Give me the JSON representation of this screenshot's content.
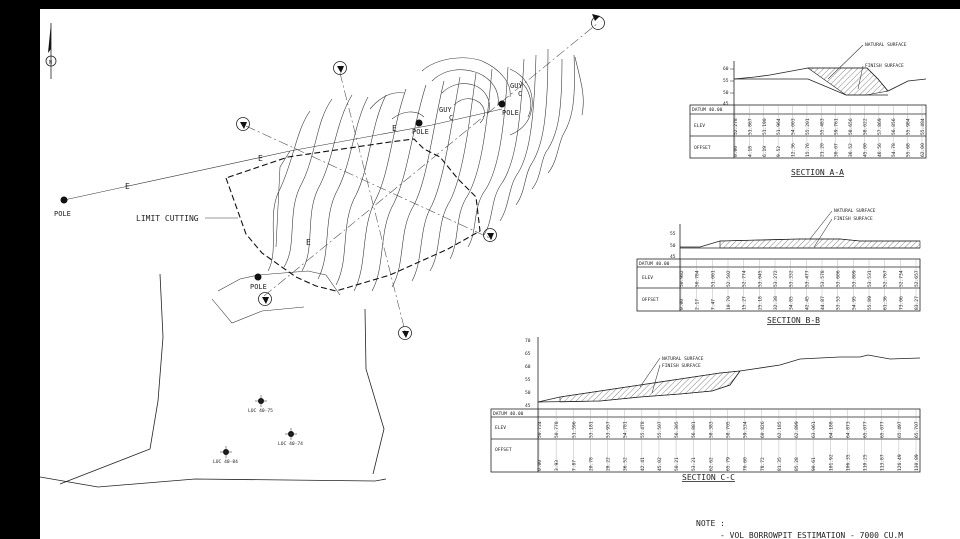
{
  "plan": {
    "north_label": "N",
    "limit_label": "LIMIT CUTTING",
    "pole_labels": [
      "POLE",
      "POLE",
      "POLE",
      "POLE"
    ],
    "guy_labels": [
      "GUY",
      "GUY"
    ],
    "guy_sub": [
      "C",
      "C"
    ],
    "line_marks": [
      "E",
      "E",
      "E",
      "E"
    ],
    "locs": [
      "LOC 40-75",
      "LOC 40-74",
      "LOC 40-84"
    ]
  },
  "sections": [
    {
      "title": "SECTION A-A",
      "datum": "DATUM 40.00",
      "elev_label": "ELEV",
      "offset_label": "OFFSET",
      "natural_label": "NATURAL SURFACE",
      "finish_label": "FINISH SURFACE",
      "yticks": [
        "60",
        "55",
        "50",
        "45"
      ],
      "elev": [
        "52.278",
        "51.867",
        "51.190",
        "51.964",
        "54.003",
        "55.201",
        "55.483",
        "59.761",
        "58.656",
        "58.022",
        "57.869",
        "56.856",
        "55.984",
        "55.484"
      ],
      "offset": [
        "0.00",
        "4.18",
        "6.19",
        "9.52",
        "12.36",
        "15.76",
        "21.20",
        "30.07",
        "36.52",
        "45.00",
        "46.56",
        "54.78",
        "55.68",
        "62.00"
      ]
    },
    {
      "title": "SECTION B-B",
      "datum": "DATUM 40.00",
      "elev_label": "ELEV",
      "offset_label": "OFFSET",
      "natural_label": "NATURAL SURFACE",
      "finish_label": "FINISH SURFACE",
      "yticks": [
        "55",
        "50",
        "45"
      ],
      "elev": [
        "50.982",
        "50.784",
        "51.001",
        "52.502",
        "52.774",
        "53.045",
        "53.272",
        "53.332",
        "53.477",
        "53.578",
        "53.606",
        "53.809",
        "53.531",
        "52.767",
        "52.734",
        "52.657"
      ],
      "offset": [
        "0.00",
        "2.17",
        "7.47",
        "10.70",
        "15.27",
        "25.18",
        "32.38",
        "34.85",
        "42.45",
        "44.87",
        "53.53",
        "54.95",
        "55.89",
        "61.36",
        "73.06",
        "83.27"
      ]
    },
    {
      "title": "SECTION C-C",
      "datum": "DATUM 40.00",
      "elev_label": "ELEV",
      "offset_label": "OFFSET",
      "natural_label": "NATURAL SURFACE",
      "finish_label": "FINISH SURFACE",
      "yticks": [
        "70",
        "65",
        "60",
        "55",
        "50",
        "45"
      ],
      "elev": [
        "50.724",
        "50.778",
        "51.596",
        "53.181",
        "53.957",
        "54.781",
        "55.478",
        "55.507",
        "56.305",
        "56.881",
        "58.383",
        "58.705",
        "59.534",
        "60.826",
        "62.185",
        "62.899",
        "63.061",
        "64.188",
        "64.873",
        "65.077",
        "65.077",
        "65.497",
        "65.707"
      ],
      "offset": [
        "0.00",
        "3.93",
        "7.87",
        "20.78",
        "28.22",
        "36.52",
        "42.41",
        "45.02",
        "50.21",
        "53.21",
        "62.62",
        "65.79",
        "70.60",
        "78.72",
        "81.35",
        "85.28",
        "90.61",
        "101.92",
        "106.35",
        "110.25",
        "113.87",
        "126.49",
        "130.89"
      ]
    }
  ],
  "note": {
    "heading": "NOTE :",
    "line1": "- VOL BORROWPIT ESTIMATION - 7000 CU.M"
  }
}
